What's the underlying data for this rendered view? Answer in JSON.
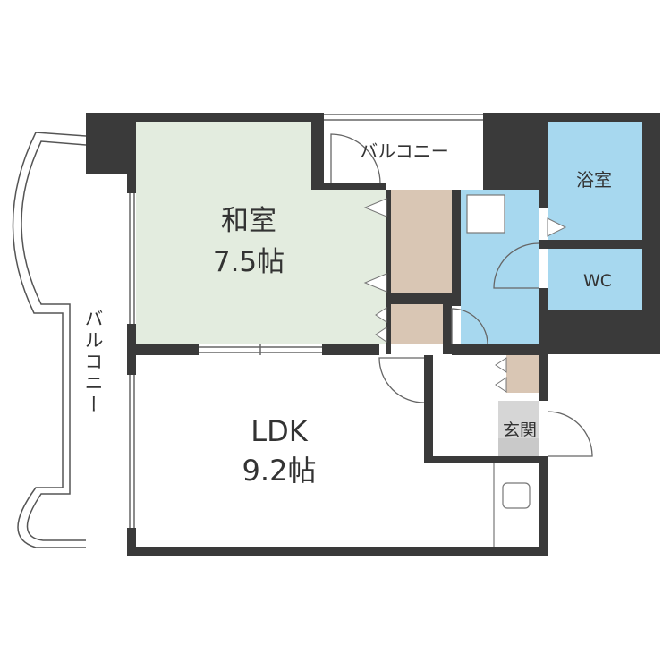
{
  "rooms": {
    "washitsu": {
      "name": "和室",
      "size": "7.5帖"
    },
    "ldk": {
      "name": "LDK",
      "size": "9.2帖"
    },
    "bath": {
      "name": "浴室"
    },
    "wc": {
      "name": "WC"
    },
    "entrance": {
      "name": "玄関"
    },
    "balcony_top": {
      "name": "バルコニー"
    },
    "balcony_side": {
      "name": "バルコニー"
    }
  },
  "colors": {
    "wall": "#3a3a3a",
    "tatami": "#e3ecdf",
    "storage": "#d9c6b4",
    "wet": "#a7d8ef",
    "entrance": "#d6d6d6",
    "floor": "#ffffff",
    "line": "#555555"
  }
}
